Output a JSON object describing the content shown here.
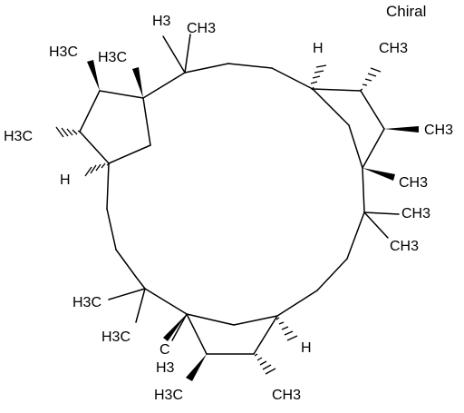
{
  "header": {
    "chiral_label": "Chiral"
  },
  "labels": {
    "h3c_1": "H3C",
    "h3c_2": "H3C",
    "h3c_3": "H3C",
    "ch3_top": "CH3",
    "h3_top": "H3",
    "h_top": "H",
    "ch3_r1": "CH3",
    "ch3_r2": "CH3",
    "ch3_r3": "CH3",
    "ch3_r4": "CH3",
    "ch3_r5": "CH3",
    "h_left": "H",
    "h3c_l1": "H3C",
    "h3c_l2": "H3C",
    "h3_bot": "H3",
    "c_bot": "C",
    "h_bot": "H",
    "h3c_b": "H3C",
    "ch3_b": "CH3"
  }
}
